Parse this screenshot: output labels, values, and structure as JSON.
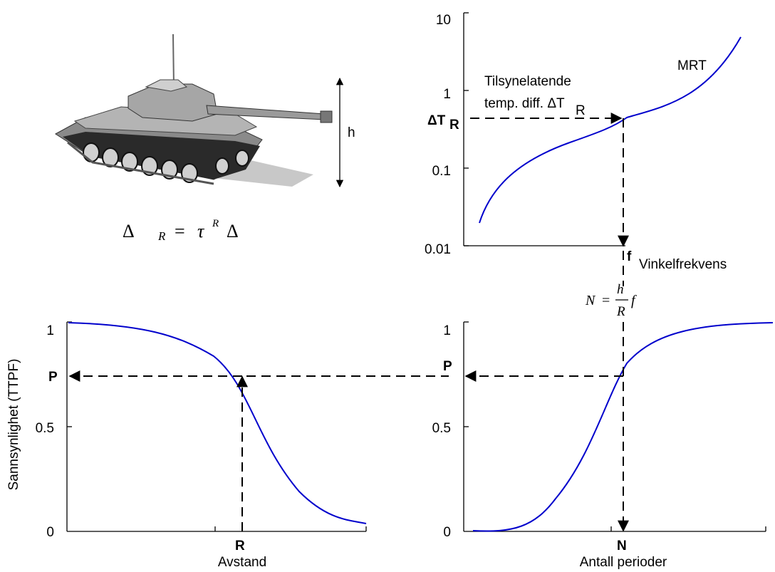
{
  "figure": {
    "tank": {
      "height_label": "h",
      "equation": {
        "delta_left": "Δ",
        "sub_left": "R",
        "eq": "=",
        "tau": "τ",
        "sup": "R",
        "delta_right": "Δ"
      }
    },
    "mrt_panel": {
      "curve_label": "MRT",
      "annotation_line1": "Tilsynelatende",
      "annotation_line2": "temp. diff. ΔT",
      "annotation_sub": "R",
      "marker_main": "ΔT",
      "marker_sub": "R",
      "freq_marker": "f",
      "x_label": "Vinkelfrekvens",
      "y_ticks": [
        "10",
        "1",
        "0.1",
        "0.01"
      ]
    },
    "n_equation": {
      "n": "N",
      "eq": "=",
      "num": "h",
      "den": "R",
      "f": "f"
    },
    "left_panel": {
      "y_label": "Sannsynlighet (TTPF)",
      "y_ticks": [
        "1",
        "0.5",
        "0"
      ],
      "p_marker": "P",
      "r_marker": "R",
      "x_label": "Avstand"
    },
    "right_panel": {
      "y_ticks": [
        "1",
        "0.5",
        "0"
      ],
      "p_marker": "P",
      "n_marker": "N",
      "x_label": "Antall perioder"
    }
  },
  "colors": {
    "curve": "#0000cc",
    "ink": "#000000"
  }
}
